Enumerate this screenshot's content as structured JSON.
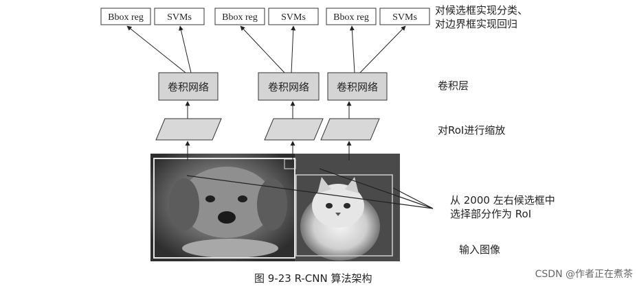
{
  "heads": [
    {
      "bbox": "Bbox reg",
      "svms": "SVMs"
    },
    {
      "bbox": "Bbox reg",
      "svms": "SVMs"
    },
    {
      "bbox": "Bbox reg",
      "svms": "SVMs"
    }
  ],
  "convnets": [
    "卷积网络",
    "卷积网络",
    "卷积网络"
  ],
  "side_labels": {
    "classify_line1": "对候选框实现分类、",
    "classify_line2": "对边界框实现回归",
    "conv_layer": "卷积层",
    "roi_scale": "对RoI进行缩放",
    "select_line1": "从 2000 左右候选框中",
    "select_line2": "选择部分作为 RoI",
    "input_image": "输入图像"
  },
  "caption": "图 9-23    R-CNN 算法架构",
  "watermark": "CSDN @作者正在煮茶",
  "colors": {
    "conv_fill": "#d4d4d4",
    "roi_fill": "#d8d8d8",
    "photo_bg": "#3a3a3a"
  }
}
